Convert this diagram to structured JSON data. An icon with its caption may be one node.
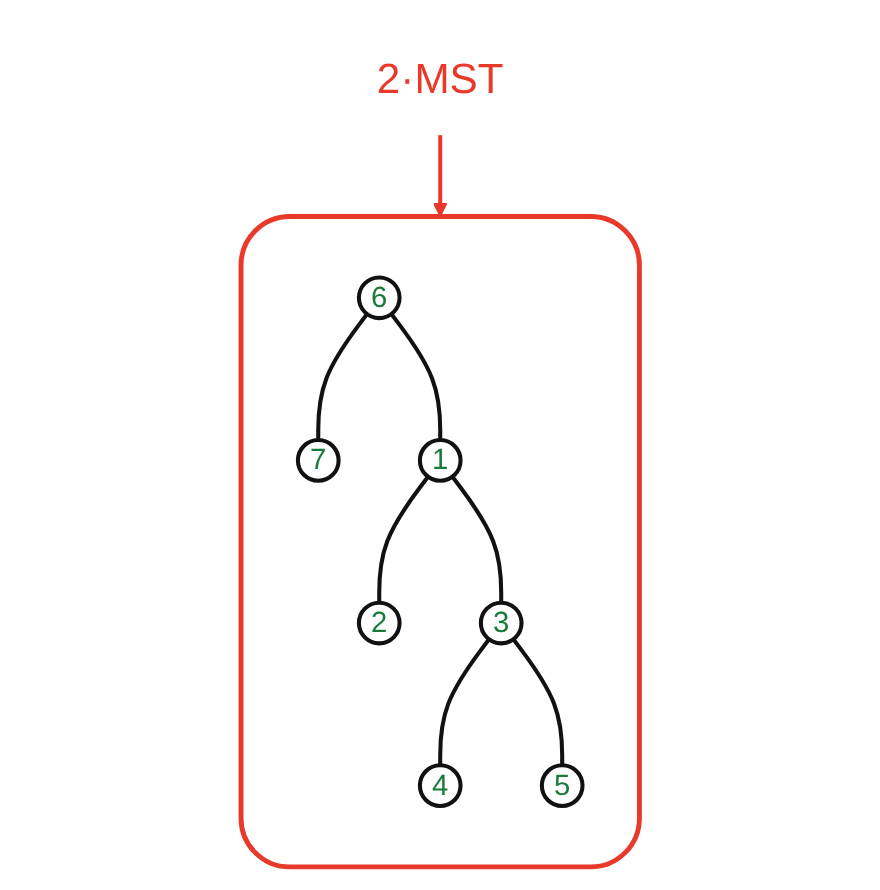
{
  "diagram": {
    "nodes": [
      {
        "text": [],
        "shape": "outline"
      },
      {
        "text": [
          "6"
        ],
        "in": 0
      },
      {
        "text": [
          "7"
        ],
        "in": 0
      },
      {
        "text": [
          "5"
        ],
        "in": 0
      },
      {
        "text": [
          "1"
        ],
        "in": 0
      },
      {
        "text": [
          "2"
        ],
        "in": 0
      },
      {
        "text": [
          "3"
        ],
        "in": 0
      },
      {
        "text": [
          "4"
        ],
        "in": 0
      },
      {
        "text": [
          "2·MST"
        ]
      }
    ],
    "edges": [
      {
        "from": 1,
        "to": 2,
        "arrow": "none"
      },
      {
        "from": 1,
        "to": 4,
        "arrow": "none"
      },
      {
        "from": 4,
        "to": 5,
        "arrow": "none"
      },
      {
        "from": 4,
        "to": 6,
        "arrow": "none"
      },
      {
        "from": 6,
        "to": 7,
        "arrow": "none"
      },
      {
        "from": 6,
        "to": 3,
        "arrow": "none"
      },
      {
        "from": 8,
        "to": 0,
        "arrow": "to",
        "color": "#e8392a"
      }
    ]
  }
}
